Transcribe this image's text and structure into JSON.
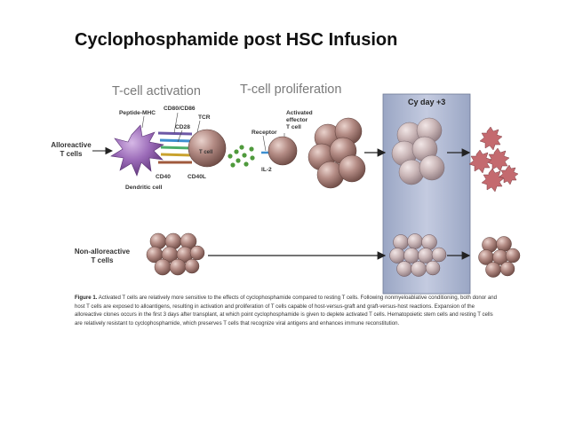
{
  "slide": {
    "title": "Cyclophosphamide post HSC Infusion"
  },
  "figure": {
    "headers": {
      "activation": "T-cell activation",
      "proliferation": "T-cell proliferation",
      "cy_day": "Cy day +3"
    },
    "labels": {
      "peptide_mhc": "Peptide-MHC",
      "cd80_cd86": "CD80/CD86",
      "tcr": "TCR",
      "cd28": "CD28",
      "t_cell": "T cell",
      "cd40": "CD40",
      "cd40l": "CD40L",
      "dendritic_cell": "Dendritic cell",
      "receptor": "Receptor",
      "il2": "IL-2",
      "activated_effector_line1": "Activated",
      "activated_effector_line2": "effector",
      "activated_effector_line3": "T cell",
      "alloreactive_line1": "Alloreactive",
      "alloreactive_line2": "T cells",
      "nonallo_line1": "Non-alloreactive",
      "nonallo_line2": "T cells"
    },
    "caption": {
      "label": "Figure 1.",
      "text": "Activated T cells are relatively more sensitive to the effects of cyclophosphamide compared to resting T cells. Following nonmyeloablative conditioning, both donor and host T cells are exposed to alloantigens, resulting in activation and proliferation of T cells capable of host-versus-graft and graft-versus-host reactions. Expansion of the alloreactive clones occurs in the first 3 days after transplant, at which point cyclophosphamide is given to deplete activated T cells. Hematopoietic stem cells and resting T cells are relatively resistant to cyclophosphamide, which preserves T cells that recognize viral antigens and enhances immune reconstitution."
    },
    "colors": {
      "highlight_panel": "#b7c0d8",
      "cell_brown": "#a27a73",
      "dendritic_purple": "#8b5ea5",
      "il2_green": "#4f9a3c",
      "dead_cell": "#c46a6f"
    }
  }
}
